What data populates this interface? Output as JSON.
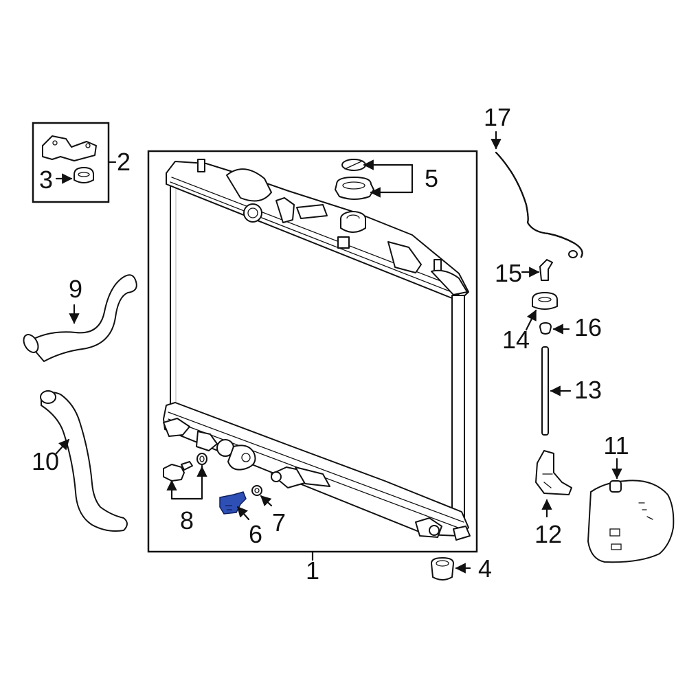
{
  "diagram": {
    "highlight_color": "#2e4fb5",
    "line_color": "#111111",
    "background": "#ffffff",
    "callouts": {
      "c1": "1",
      "c2": "2",
      "c3": "3",
      "c4": "4",
      "c5": "5",
      "c6": "6",
      "c7": "7",
      "c8": "8",
      "c9": "9",
      "c10": "10",
      "c11": "11",
      "c12": "12",
      "c13": "13",
      "c14": "14",
      "c15": "15",
      "c16": "16",
      "c17": "17"
    }
  }
}
